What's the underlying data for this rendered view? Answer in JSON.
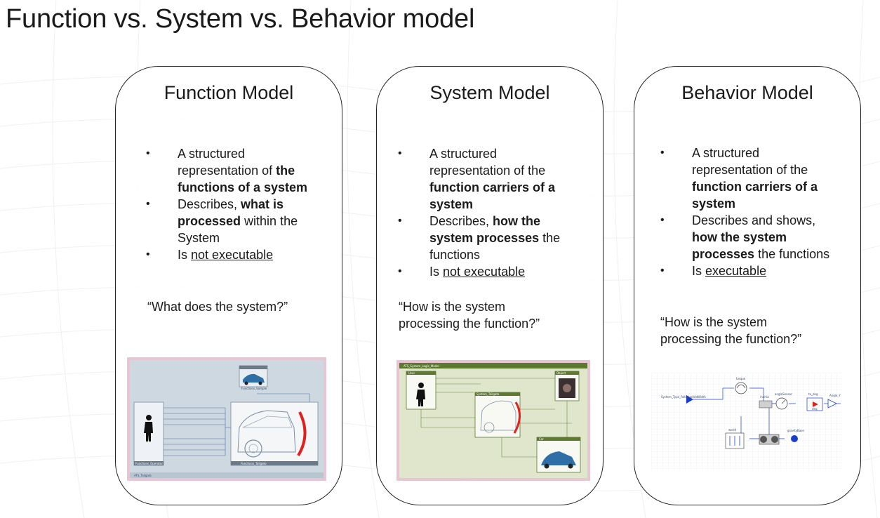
{
  "page": {
    "title": "Function vs. System vs. Behavior model"
  },
  "colors": {
    "frame_pink": "#e7c5d3",
    "system_green": "#5c7a2e",
    "behavior_blue": "#1a3ccf",
    "function_bg": "#cdd8e0"
  },
  "cards": [
    {
      "title": "Function Model",
      "bullets": [
        [
          {
            "t": "A structured representation of "
          },
          {
            "t": "the functions of a system",
            "b": true
          }
        ],
        [
          {
            "t": "Describes, "
          },
          {
            "t": "what is processed",
            "b": true
          },
          {
            "t": " within the System"
          }
        ],
        [
          {
            "t": "Is "
          },
          {
            "t": "not executable",
            "u": true
          }
        ]
      ],
      "quote": "“What does the system?”",
      "image": {
        "header_label": "Functions_Sample",
        "person_label": "Functions_Operator",
        "center_label": "Functions_Tailgate",
        "footer_label": "ATS_Tailgate"
      }
    },
    {
      "title": "System Model",
      "bullets": [
        [
          {
            "t": "A structured representation of the "
          },
          {
            "t": "function carriers  of a system",
            "b": true
          }
        ],
        [
          {
            "t": "Describes, "
          },
          {
            "t": "how the system processes",
            "b": true
          },
          {
            "t": " the functions"
          }
        ],
        [
          {
            "t": "Is "
          },
          {
            "t": "not executable",
            "u": true
          }
        ]
      ],
      "quote": "“How is the system processing the function?”",
      "image": {
        "header_label": "ATS_System_Logic_Model",
        "user_label": "User",
        "center_label": "System_Tailgate",
        "car_label": "Car",
        "right_label": "Object"
      }
    },
    {
      "title": "Behavior Model",
      "bullets": [
        [
          {
            "t": "A structured representation of the "
          },
          {
            "t": "function carriers  of a system",
            "b": true
          }
        ],
        [
          {
            "t": "Describes and shows, "
          },
          {
            "t": "how the system processes",
            "b": true
          },
          {
            "t": " the functions"
          }
        ],
        [
          {
            "t": "Is "
          },
          {
            "t": "executable",
            "u": true
          }
        ]
      ],
      "quote": "“How is the system processing the function?”",
      "image": {
        "input_label": "System_Type_RelativeAddWidth",
        "output_label": "Angle_Y",
        "torque_label": "torque",
        "angle_label": "angleSensor",
        "deg_label": "deg",
        "to_deg_label": "to_deg",
        "inertia_label": "inertia",
        "world_label": "world",
        "gravity_label": "gravityBase"
      }
    }
  ]
}
